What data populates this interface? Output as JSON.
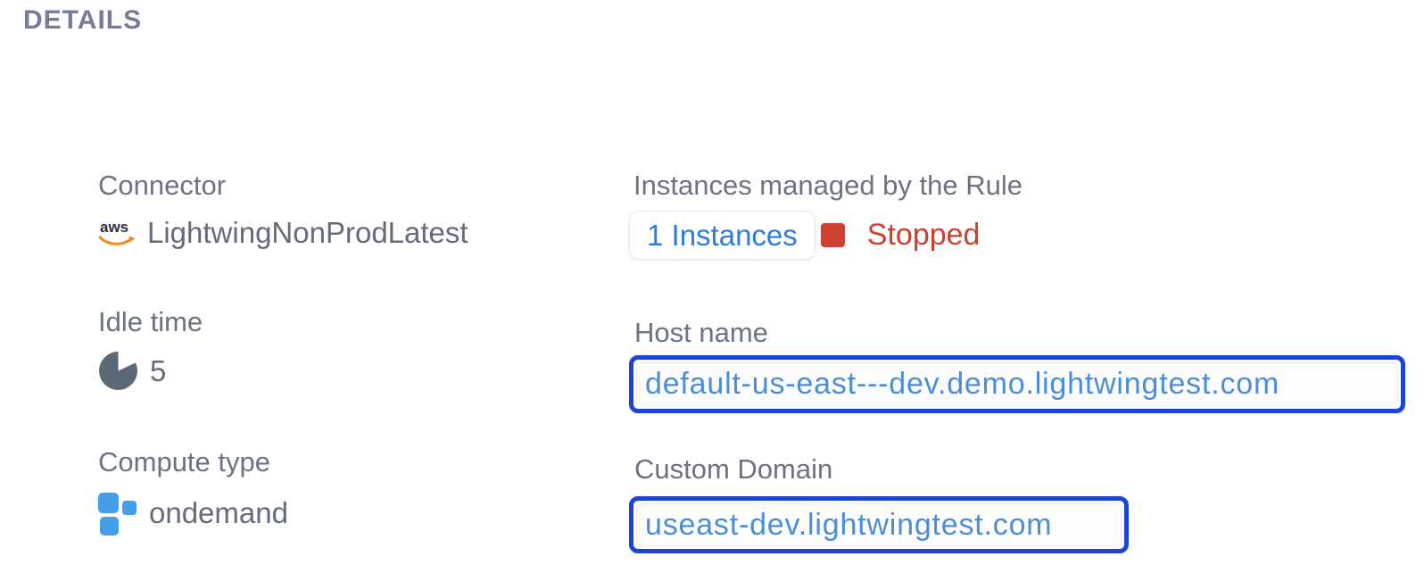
{
  "panel": {
    "title": "DETAILS"
  },
  "connector": {
    "label": "Connector",
    "value": "LightwingNonProdLatest",
    "icon": "aws-logo-icon"
  },
  "idle_time": {
    "label": "Idle time",
    "value": "5",
    "icon": "pie-chart-icon"
  },
  "compute_type": {
    "label": "Compute type",
    "value": "ondemand",
    "icon": "compute-blocks-icon"
  },
  "instances": {
    "label": "Instances managed by the Rule",
    "count_link": "1 Instances",
    "status": "Stopped"
  },
  "host_name": {
    "label": "Host name",
    "url": "default-us-east---dev.demo.lightwingtest.com"
  },
  "custom_domain": {
    "label": "Custom Domain",
    "url": "useast-dev.lightwingtest.com"
  },
  "colors": {
    "title-gray": "#757c98",
    "label-gray": "#6c7284",
    "value-gray": "#646b7c",
    "link-blue": "#2d7ce0",
    "domain-blue": "#4a8ed9",
    "border-blue": "#1c44d6",
    "status-red": "#cb4233",
    "aws-navy": "#252f3e",
    "aws-orange": "#f08c1d",
    "compute-blue": "#459fe8",
    "pie-slate": "#5b6876",
    "chip-border": "#e7eaf1"
  }
}
